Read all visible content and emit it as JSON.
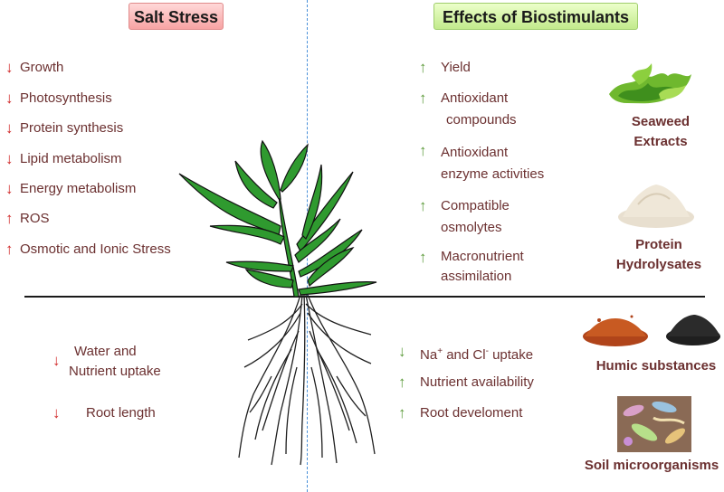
{
  "titles": {
    "salt_stress": "Salt Stress",
    "biostimulants": "Effects of Biostimulants"
  },
  "salt_effects_above": [
    {
      "direction": "down",
      "label": "Growth"
    },
    {
      "direction": "down",
      "label": "Photosynthesis"
    },
    {
      "direction": "down",
      "label": "Protein synthesis"
    },
    {
      "direction": "down",
      "label": "Lipid metabolism"
    },
    {
      "direction": "down",
      "label": "Energy metabolism"
    },
    {
      "direction": "up",
      "label": "ROS"
    },
    {
      "direction": "up",
      "label": "Osmotic and Ionic Stress"
    }
  ],
  "salt_effects_below": [
    {
      "direction": "down",
      "line1": "Water and",
      "line2": "Nutrient uptake"
    },
    {
      "direction": "down",
      "line1": "Root length"
    }
  ],
  "bio_effects_above": [
    {
      "direction": "up",
      "line1": "Yield"
    },
    {
      "direction": "up",
      "line1": "Antioxidant",
      "line2": "compounds"
    },
    {
      "direction": "up",
      "line1": "Antioxidant",
      "line2": "enzyme activities"
    },
    {
      "direction": "up",
      "line1": "Compatible",
      "line2": "osmolytes"
    },
    {
      "direction": "up",
      "line1": "Macronutrient",
      "line2": "assimilation"
    }
  ],
  "bio_effects_below": [
    {
      "direction": "down",
      "prefix": "Na",
      "sup1": "+",
      "middle": " and Cl",
      "sup2": "-",
      "suffix": " uptake"
    },
    {
      "direction": "up",
      "line1": "Nutrient availability"
    },
    {
      "direction": "up",
      "line1": "Root develoment"
    }
  ],
  "biostimulant_types": {
    "seaweed": {
      "line1": "Seaweed",
      "line2": "Extracts"
    },
    "protein": {
      "line1": "Protein",
      "line2": "Hydrolysates"
    },
    "humic": "Humic substances",
    "microbes": "Soil microorganisms"
  },
  "colors": {
    "salt_arrow": "#d12b2b",
    "bio_arrow": "#5c9a3a",
    "text": "#6b3030",
    "leaf": "#2f9a2f",
    "divider": "#4a90d9"
  },
  "icons": {
    "down_arrow": "↓",
    "up_arrow": "↑"
  }
}
